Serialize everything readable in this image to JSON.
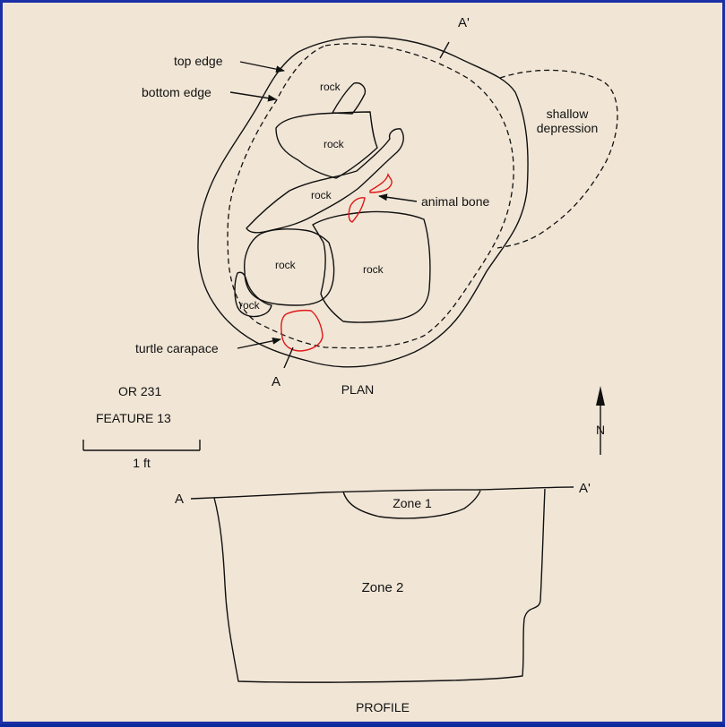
{
  "plan": {
    "labels": {
      "top_edge": "top edge",
      "bottom_edge": "bottom edge",
      "shallow_1": "shallow",
      "shallow_2": "depression",
      "animal_bone": "animal bone",
      "turtle_carapace": "turtle carapace",
      "section_a": "A",
      "section_a_prime": "A'",
      "rock": "rock",
      "title": "PLAN"
    }
  },
  "site": {
    "id": "OR 231",
    "feature": "FEATURE 13"
  },
  "scale": {
    "label": "1 ft"
  },
  "north": {
    "label": "N"
  },
  "profile": {
    "end_a": "A",
    "end_a_prime": "A'",
    "zone1": "Zone 1",
    "zone2": "Zone 2",
    "title": "PROFILE"
  },
  "colors": {
    "background": "#f1e6d6",
    "ink": "#111111",
    "bone": "#e01818",
    "frame": "#1b2fa6"
  }
}
